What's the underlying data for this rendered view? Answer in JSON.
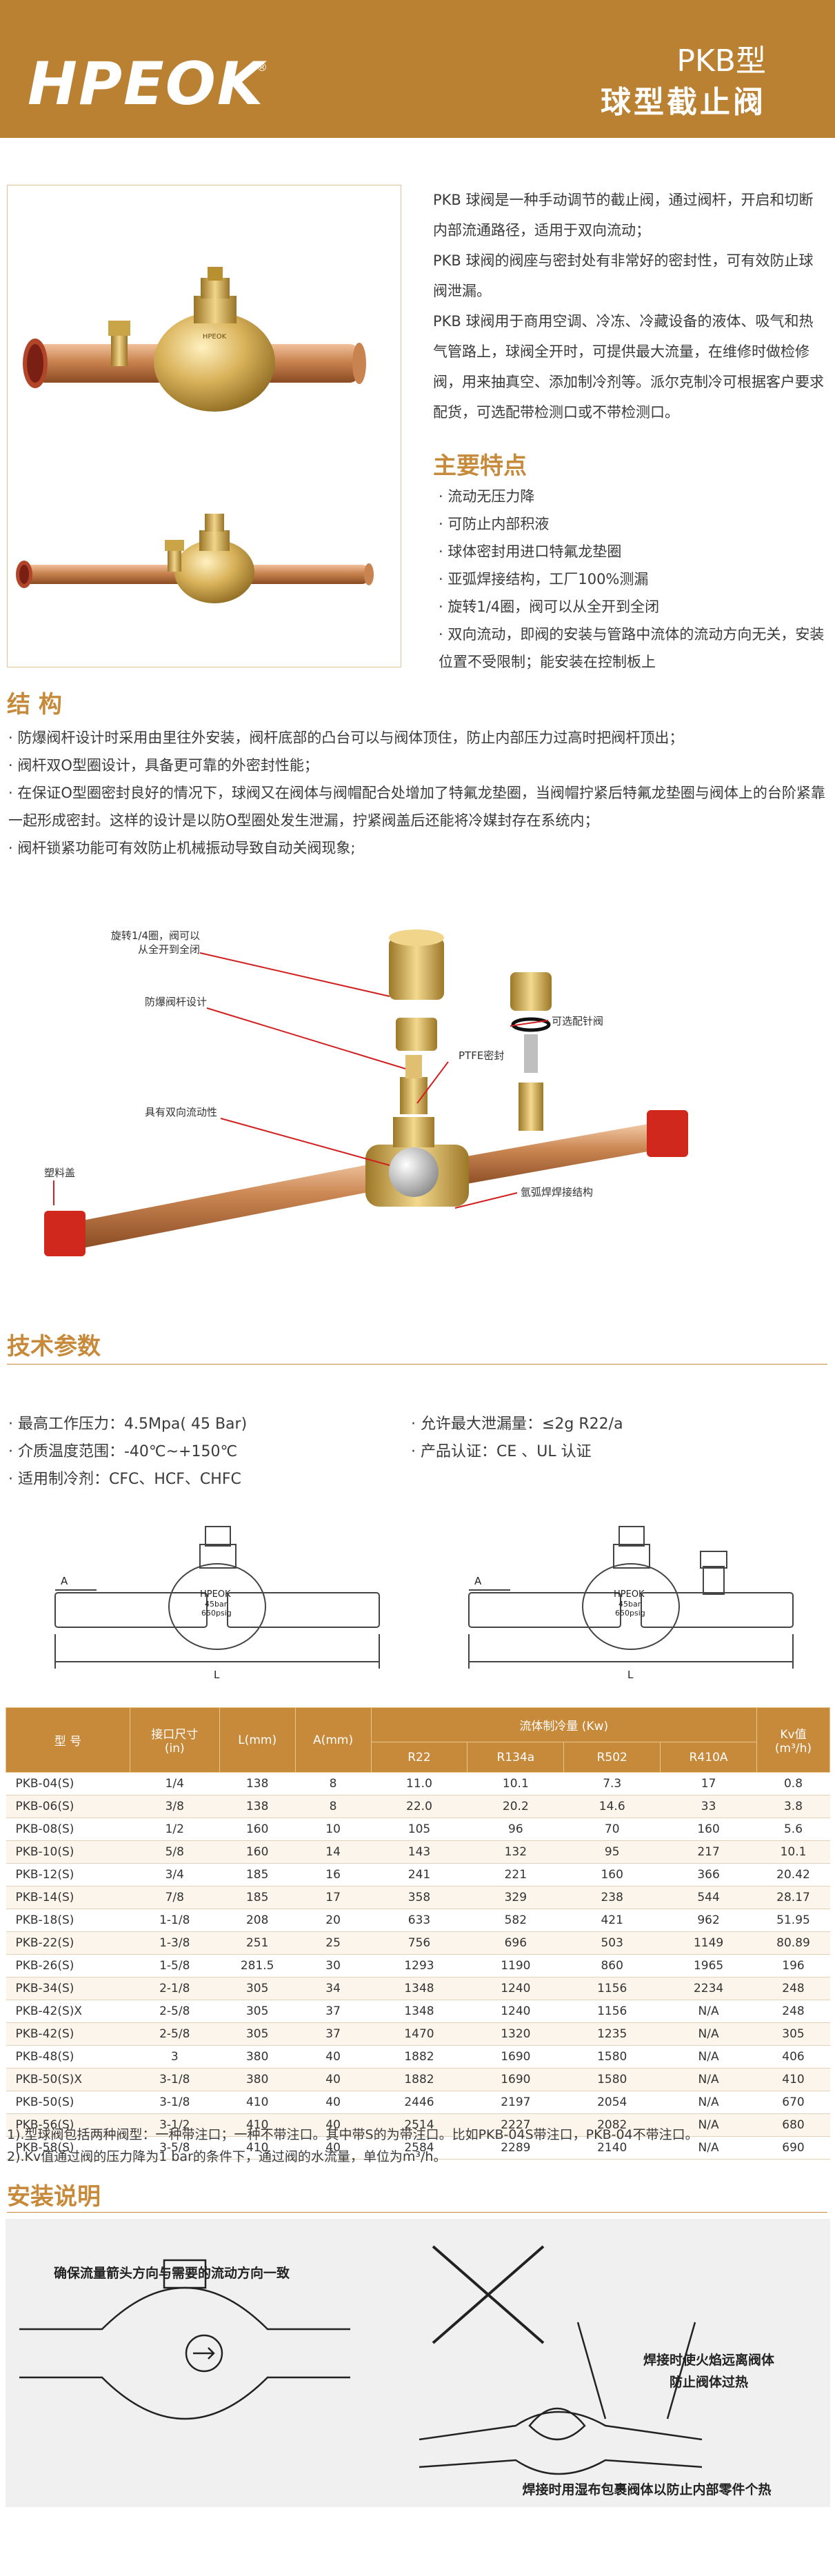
{
  "header": {
    "logo": "HPEOK",
    "logo_mark": "®",
    "model": "PKB型",
    "product": "球型截止阀"
  },
  "intro": {
    "paragraphs": [
      "PKB 球阀是一种手动调节的截止阀，通过阀杆，开启和切断内部流通路径，适用于双向流动；",
      "PKB 球阀的阀座与密封处有非常好的密封性，可有效防止球阀泄漏。",
      "PKB 球阀用于商用空调、冷冻、冷藏设备的液体、吸气和热气管路上，球阀全开时，可提供最大流量，在维修时做检修阀，用来抽真空、添加制冷剂等。派尔克制冷可根据客户要求配货，可选配带检测口或不带检测口。"
    ]
  },
  "features": {
    "title": "主要特点",
    "items": [
      "· 流动无压力降",
      "· 可防止内部积液",
      "· 球体密封用进口特氟龙垫圈",
      "· 亚弧焊接结构，工厂100%测漏",
      "· 旋转1/4圈，阀可以从全开到全闭",
      "· 双向流动，即阀的安装与管路中流体的流动方向无关，安装位置不受限制；能安装在控制板上"
    ]
  },
  "structure": {
    "title": "结 构",
    "items": [
      "· 防爆阀杆设计时采用由里往外安装，阀杆底部的凸台可以与阀体顶住，防止内部压力过高时把阀杆顶出；",
      "· 阀杆双O型圈设计，具备更可靠的外密封性能；",
      "· 在保证O型圈密封良好的情况下，球阀又在阀体与阀帽配合处增加了特氟龙垫圈，当阀帽拧紧后特氟龙垫圈与阀体上的台阶紧靠一起形成密封。这样的设计是以防O型圈处发生泄漏，拧紧阀盖后还能将冷媒封存在系统内；",
      "· 阀杆锁紧功能可有效防止机械振动导致自动关阀现象;"
    ]
  },
  "diagram_labels": {
    "rotate": [
      "旋转1/4圈，阀可以",
      "从全开到全闭"
    ],
    "stem": "防爆阀杆设计",
    "ptfe": "PTFE密封",
    "bidirectional": "具有双向流动性",
    "plastic_cap": "塑料盖",
    "weld": "氩弧焊焊接结构",
    "optional_port": "可选配针阀"
  },
  "tech": {
    "title": "技术参数",
    "left": [
      "· 最高工作压力：4.5Mpa( 45 Bar)",
      "· 介质温度范围：-40℃~+150℃",
      "· 适用制冷剂：CFC、HCF、CHFC"
    ],
    "right": [
      "· 允许最大泄漏量：≤2g R22/a",
      "· 产品认证：CE 、UL 认证"
    ],
    "drawing_labels": {
      "a": "A",
      "l": "L",
      "brand": "HPEOK",
      "bar": "45bar",
      "psig": "650psig"
    }
  },
  "table": {
    "headers": {
      "model": "型 号",
      "size": "接口尺寸",
      "size_unit": "(in)",
      "l": "L(mm)",
      "a": "A(mm)",
      "capacity": "流体制冷量 (Kw)",
      "r22": "R22",
      "r134a": "R134a",
      "r502": "R502",
      "r410a": "R410A",
      "kv": "Kv值",
      "kv_unit": "(m³/h)"
    },
    "rows": [
      [
        "PKB-04(S)",
        "1/4",
        "138",
        "8",
        "11.0",
        "10.1",
        "7.3",
        "17",
        "0.8"
      ],
      [
        "PKB-06(S)",
        "3/8",
        "138",
        "8",
        "22.0",
        "20.2",
        "14.6",
        "33",
        "3.8"
      ],
      [
        "PKB-08(S)",
        "1/2",
        "160",
        "10",
        "105",
        "96",
        "70",
        "160",
        "5.6"
      ],
      [
        "PKB-10(S)",
        "5/8",
        "160",
        "14",
        "143",
        "132",
        "95",
        "217",
        "10.1"
      ],
      [
        "PKB-12(S)",
        "3/4",
        "185",
        "16",
        "241",
        "221",
        "160",
        "366",
        "20.42"
      ],
      [
        "PKB-14(S)",
        "7/8",
        "185",
        "17",
        "358",
        "329",
        "238",
        "544",
        "28.17"
      ],
      [
        "PKB-18(S)",
        "1-1/8",
        "208",
        "20",
        "633",
        "582",
        "421",
        "962",
        "51.95"
      ],
      [
        "PKB-22(S)",
        "1-3/8",
        "251",
        "25",
        "756",
        "696",
        "503",
        "1149",
        "80.89"
      ],
      [
        "PKB-26(S)",
        "1-5/8",
        "281.5",
        "30",
        "1293",
        "1190",
        "860",
        "1965",
        "196"
      ],
      [
        "PKB-34(S)",
        "2-1/8",
        "305",
        "34",
        "1348",
        "1240",
        "1156",
        "2234",
        "248"
      ],
      [
        "PKB-42(S)X",
        "2-5/8",
        "305",
        "37",
        "1348",
        "1240",
        "1156",
        "N/A",
        "248"
      ],
      [
        "PKB-42(S)",
        "2-5/8",
        "305",
        "37",
        "1470",
        "1320",
        "1235",
        "N/A",
        "305"
      ],
      [
        "PKB-48(S)",
        "3",
        "380",
        "40",
        "1882",
        "1690",
        "1580",
        "N/A",
        "406"
      ],
      [
        "PKB-50(S)X",
        "3-1/8",
        "380",
        "40",
        "1882",
        "1690",
        "1580",
        "N/A",
        "410"
      ],
      [
        "PKB-50(S)",
        "3-1/8",
        "410",
        "40",
        "2446",
        "2197",
        "2054",
        "N/A",
        "670"
      ],
      [
        "PKB-56(S)",
        "3-1/2",
        "410",
        "40",
        "2514",
        "2227",
        "2082",
        "N/A",
        "680"
      ],
      [
        "PKB-58(S)",
        "3-5/8",
        "410",
        "40",
        "2584",
        "2289",
        "2140",
        "N/A",
        "690"
      ]
    ]
  },
  "notes": [
    "1).型球阀包括两种阀型：一种带注口；一种不带注口。其中带S的为带注口。比如PKB-04S带注口，PKB-04不带注口。",
    "2).Kv值通过阀的压力降为1 bar的条件下，通过阀的水流量，单位为m³/h。"
  ],
  "install": {
    "title": "安装说明",
    "flow_note": "确保流量箭头方向与需要的流动方向一致",
    "heat_note_1": "焊接时使火焰远离阀体",
    "heat_note_2": "防止阀体过热",
    "wrap_note": "焊接时用湿布包裹阀体以防止内部零件个热"
  },
  "colors": {
    "brand": "#ba8133",
    "accent": "#c7893a",
    "copper": "#c98350",
    "brass": "#d9b25a",
    "cap_red": "#d0281c"
  }
}
